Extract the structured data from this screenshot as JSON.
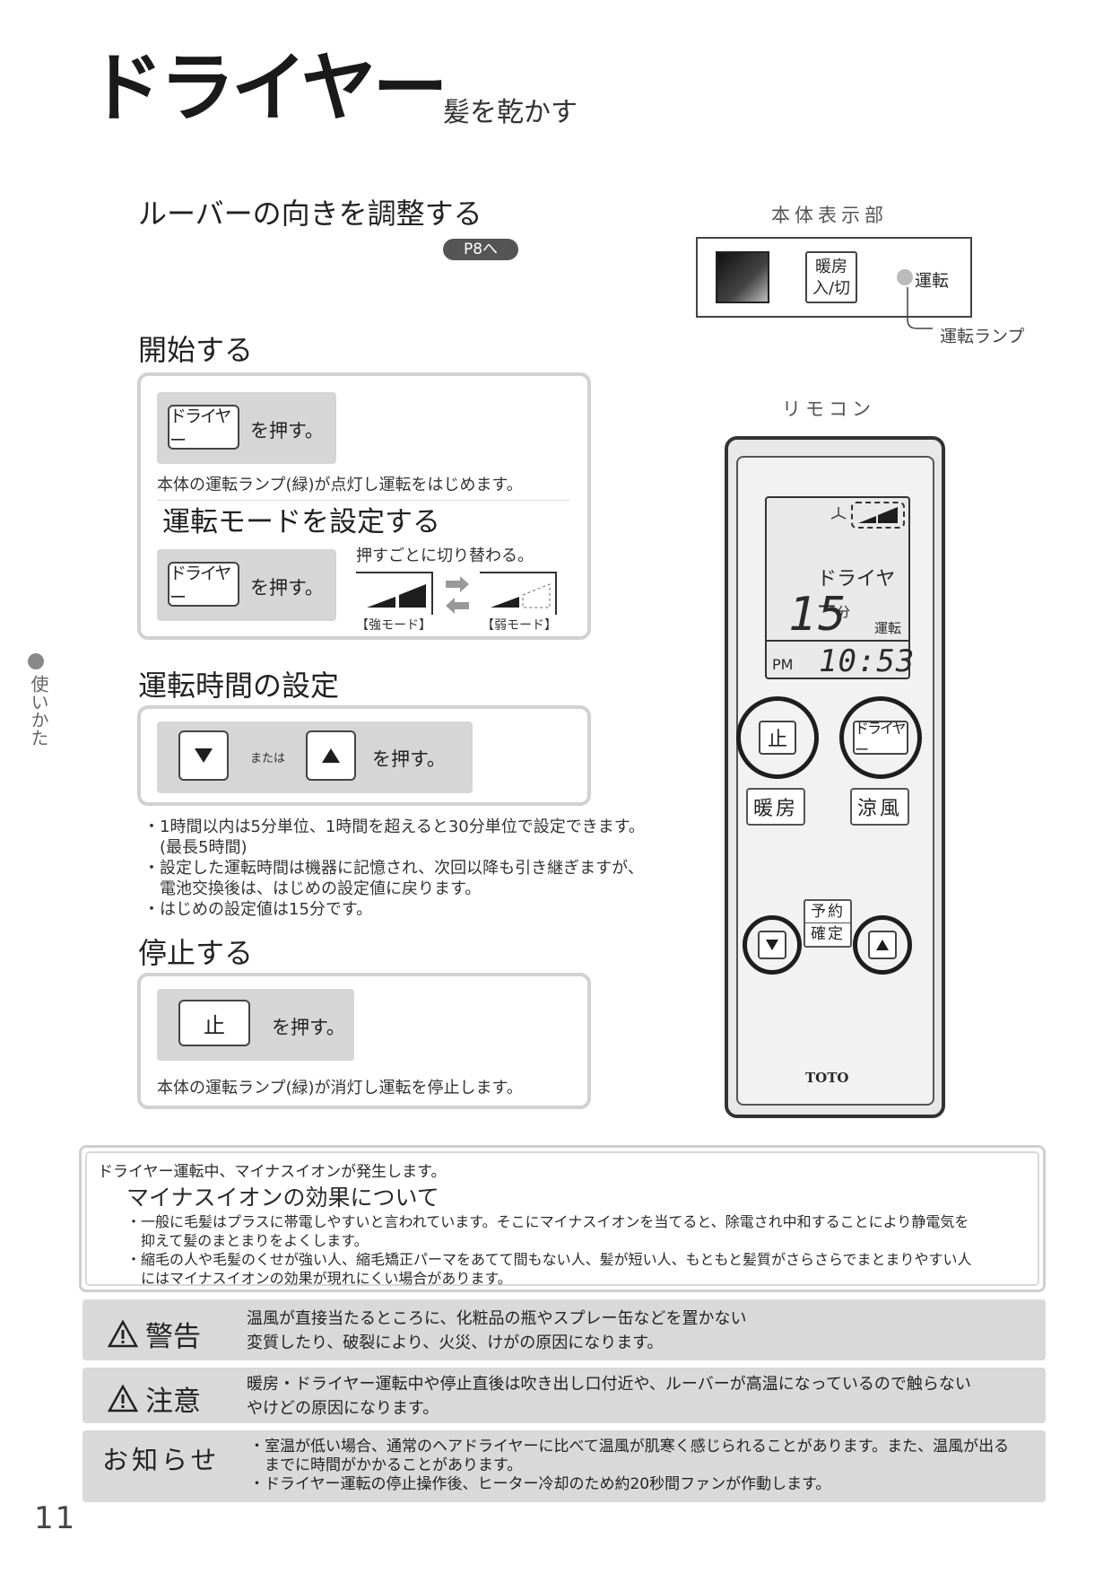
{
  "title": {
    "main": "ドライヤー",
    "sub": "髪を乾かす"
  },
  "louver": {
    "heading": "ルーバーの向きを調整する",
    "page_ref": "P8へ"
  },
  "start": {
    "heading": "開始する",
    "button": "ドライヤー",
    "push": "を押す。",
    "note": "本体の運転ランプ(緑)が点灯し運転をはじめます。"
  },
  "mode": {
    "heading": "運転モードを設定する",
    "button": "ドライヤー",
    "push": "を押す。",
    "toggle_note": "押すごとに切り替わる。",
    "strong_label": "【強モード】",
    "weak_label": "【弱モード】"
  },
  "timer": {
    "heading": "運転時間の設定",
    "or": "または",
    "push": "を押す。",
    "bullets": [
      "・1時間以内は5分単位、1時間を超えると30分単位で設定できます。",
      "　(最長5時間)",
      "・設定した運転時間は機器に記憶され、次回以降も引き継ぎますが、",
      "　電池交換後は、はじめの設定値に戻ります。",
      "・はじめの設定値は15分です。"
    ]
  },
  "stop": {
    "heading": "停止する",
    "button": "止",
    "push": "を押す。",
    "note": "本体の運転ランプ(緑)が消灯し運転を停止します。"
  },
  "sidebar": {
    "text": "使いかた"
  },
  "unit_display": {
    "label": "本体表示部",
    "heat_button": [
      "暖房",
      "入/切"
    ],
    "run_indicator": "運転",
    "lamp_label": "運転ランプ"
  },
  "remote": {
    "label": "リモコン",
    "lcd_mode": "ドライヤー",
    "lcd_minutes": "15",
    "lcd_min_unit": "分",
    "lcd_run": "運転",
    "lcd_ampm": "PM",
    "lcd_time": "10:53",
    "stop_button": "止",
    "dryer_button": "ドライヤー",
    "heat_button": "暖房",
    "cool_button": "涼風",
    "reserve_button": [
      "予約",
      "確定"
    ],
    "brand": "TOTO"
  },
  "ion": {
    "intro": "ドライヤー運転中、マイナスイオンが発生します。",
    "heading": "マイナスイオンの効果について",
    "bullets": [
      "・一般に毛髪はプラスに帯電しやすいと言われています。そこにマイナスイオンを当てると、除電され中和することにより静電気を",
      "　抑えて髪のまとまりをよくします。",
      "・縮毛の人や毛髪のくせが強い人、縮毛矯正パーマをあてて間もない人、髪が短い人、もともと髪質がさらさらでまとまりやすい人",
      "　にはマイナスイオンの効果が現れにくい場合があります。"
    ]
  },
  "warning": {
    "label": "警告",
    "lines": [
      "温風が直接当たるところに、化粧品の瓶やスプレー缶などを置かない",
      "変質したり、破裂により、火災、けがの原因になります。"
    ]
  },
  "caution": {
    "label": "注意",
    "lines": [
      "暖房・ドライヤー運転中や停止直後は吹き出し口付近や、ルーバーが高温になっているので触らない",
      "やけどの原因になります。"
    ]
  },
  "notice": {
    "label": "お知らせ",
    "lines": [
      "・室温が低い場合、通常のヘアドライヤーに比べて温風が肌寒く感じられることがあります。また、温風が出る",
      "　までに時間がかかることがあります。",
      "・ドライヤー運転の停止操作後、ヒーター冷却のため約20秒間ファンが作動します。"
    ]
  },
  "page_number": "11"
}
